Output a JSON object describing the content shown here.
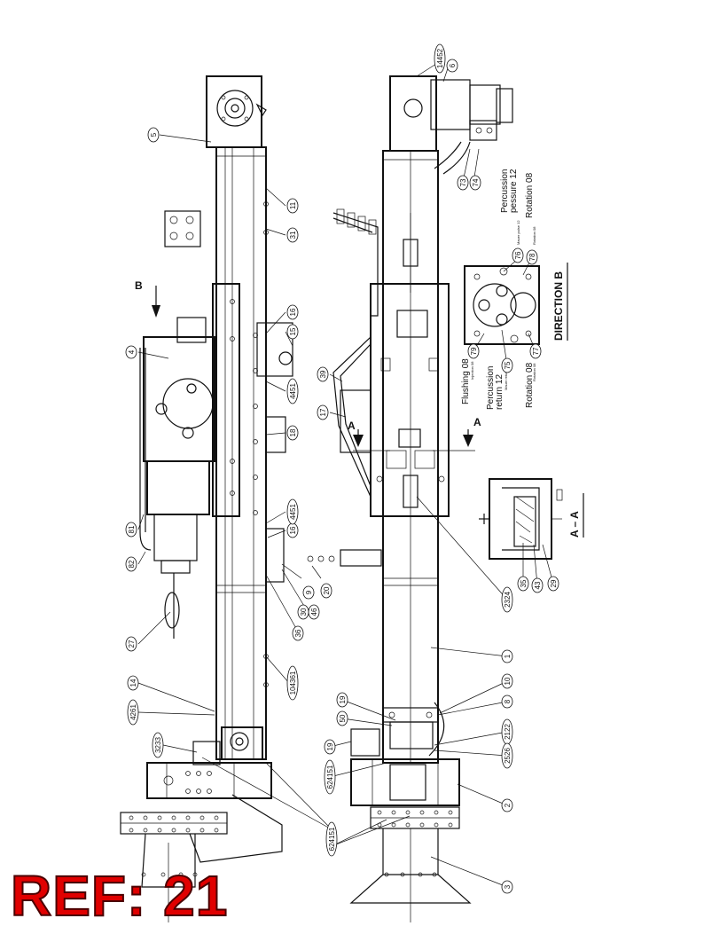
{
  "ref_label": "REF: 21",
  "views": {
    "section_aa": "A – A",
    "direction_b": "DIRECTION  B",
    "arrow_a": "A",
    "arrow_b": "B"
  },
  "ports": {
    "percussion_pressure": {
      "line1": "Percussion",
      "line2": "pessure 12",
      "small": "Mauer pulse 12"
    },
    "rotation_top": {
      "text": "Rotation 08",
      "small": "Rotation 08"
    },
    "flushing": {
      "text": "Flushing 08",
      "small": "Injection 08"
    },
    "percussion_return": {
      "line1": "Percussion",
      "line2": "return 12",
      "small": "Mauer return 12"
    },
    "rotation_bottom": {
      "text": "Rotation 08",
      "small": "Rotation 08"
    }
  },
  "balloons": [
    {
      "id": "b5",
      "text": "5"
    },
    {
      "id": "b11a",
      "text": "11"
    },
    {
      "id": "b31",
      "text": "31"
    },
    {
      "id": "b16a",
      "text": "16"
    },
    {
      "id": "b15",
      "text": "15"
    },
    {
      "id": "b4",
      "text": "4"
    },
    {
      "id": "b4451a",
      "text": "4451"
    },
    {
      "id": "b18a",
      "text": "18"
    },
    {
      "id": "b16b",
      "text": "16"
    },
    {
      "id": "b4451b",
      "text": "4451"
    },
    {
      "id": "b9",
      "text": "9"
    },
    {
      "id": "b20",
      "text": "20"
    },
    {
      "id": "b30",
      "text": "30"
    },
    {
      "id": "b46a",
      "text": "46"
    },
    {
      "id": "b36",
      "text": "36"
    },
    {
      "id": "b81",
      "text": "81"
    },
    {
      "id": "b82",
      "text": "82"
    },
    {
      "id": "b27",
      "text": "27"
    },
    {
      "id": "b14",
      "text": "14"
    },
    {
      "id": "b4261",
      "text": "4261"
    },
    {
      "id": "b104361",
      "text": "104361"
    },
    {
      "id": "b32",
      "text": "3233"
    },
    {
      "id": "b14452",
      "text": "14452"
    },
    {
      "id": "b6",
      "text": "6"
    },
    {
      "id": "b73",
      "text": "73"
    },
    {
      "id": "b74",
      "text": "74"
    },
    {
      "id": "b39",
      "text": "39"
    },
    {
      "id": "b17",
      "text": "17"
    },
    {
      "id": "b79a",
      "text": "79"
    },
    {
      "id": "b76",
      "text": "76"
    },
    {
      "id": "b78",
      "text": "78"
    },
    {
      "id": "b75",
      "text": "75"
    },
    {
      "id": "b77",
      "text": "77"
    },
    {
      "id": "b2324",
      "text": "2324"
    },
    {
      "id": "b1",
      "text": "1"
    },
    {
      "id": "b10",
      "text": "10"
    },
    {
      "id": "b8",
      "text": "8"
    },
    {
      "id": "b2122",
      "text": "2122"
    },
    {
      "id": "b2526",
      "text": "2526"
    },
    {
      "id": "b19a",
      "text": "19"
    },
    {
      "id": "b50",
      "text": "50"
    },
    {
      "id": "b19b",
      "text": "19"
    },
    {
      "id": "b624151a",
      "text": "624151"
    },
    {
      "id": "b2",
      "text": "2"
    },
    {
      "id": "b624151b",
      "text": "624151"
    },
    {
      "id": "b3",
      "text": "3"
    },
    {
      "id": "b35",
      "text": "35"
    },
    {
      "id": "b43",
      "text": "43"
    },
    {
      "id": "b29",
      "text": "29"
    }
  ]
}
